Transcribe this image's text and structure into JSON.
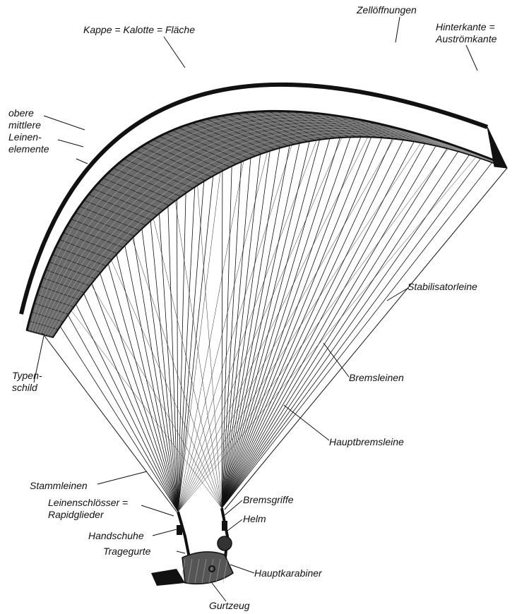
{
  "diagram": {
    "labels": {
      "zelloeffnungen": [
        "Zellöffnungen"
      ],
      "kappe": [
        "Kappe = Kalotte = Fläche"
      ],
      "hinterkante": [
        "Hinterkante =",
        "Auströmkante"
      ],
      "leinenelemente": [
        "obere",
        "mittlere",
        "Leinen-",
        "elemente"
      ],
      "stabilisatorleine": [
        "Stabilisatorleine"
      ],
      "typenschild": [
        "Typen-",
        "schild"
      ],
      "bremsleinen": [
        "Bremsleinen"
      ],
      "hauptbremsleine": [
        "Hauptbremsleine"
      ],
      "stammleinen": [
        "Stammleinen"
      ],
      "leinenschloesser": [
        "Leinenschlösser =",
        "Rapidglieder"
      ],
      "bremsgriffe": [
        "Bremsgriffe"
      ],
      "helm": [
        "Helm"
      ],
      "handschuhe": [
        "Handschuhe"
      ],
      "tragegurte": [
        "Tragegurte"
      ],
      "hauptkarabiner": [
        "Hauptkarabiner"
      ],
      "gurtzeug": [
        "Gurtzeug"
      ]
    }
  }
}
